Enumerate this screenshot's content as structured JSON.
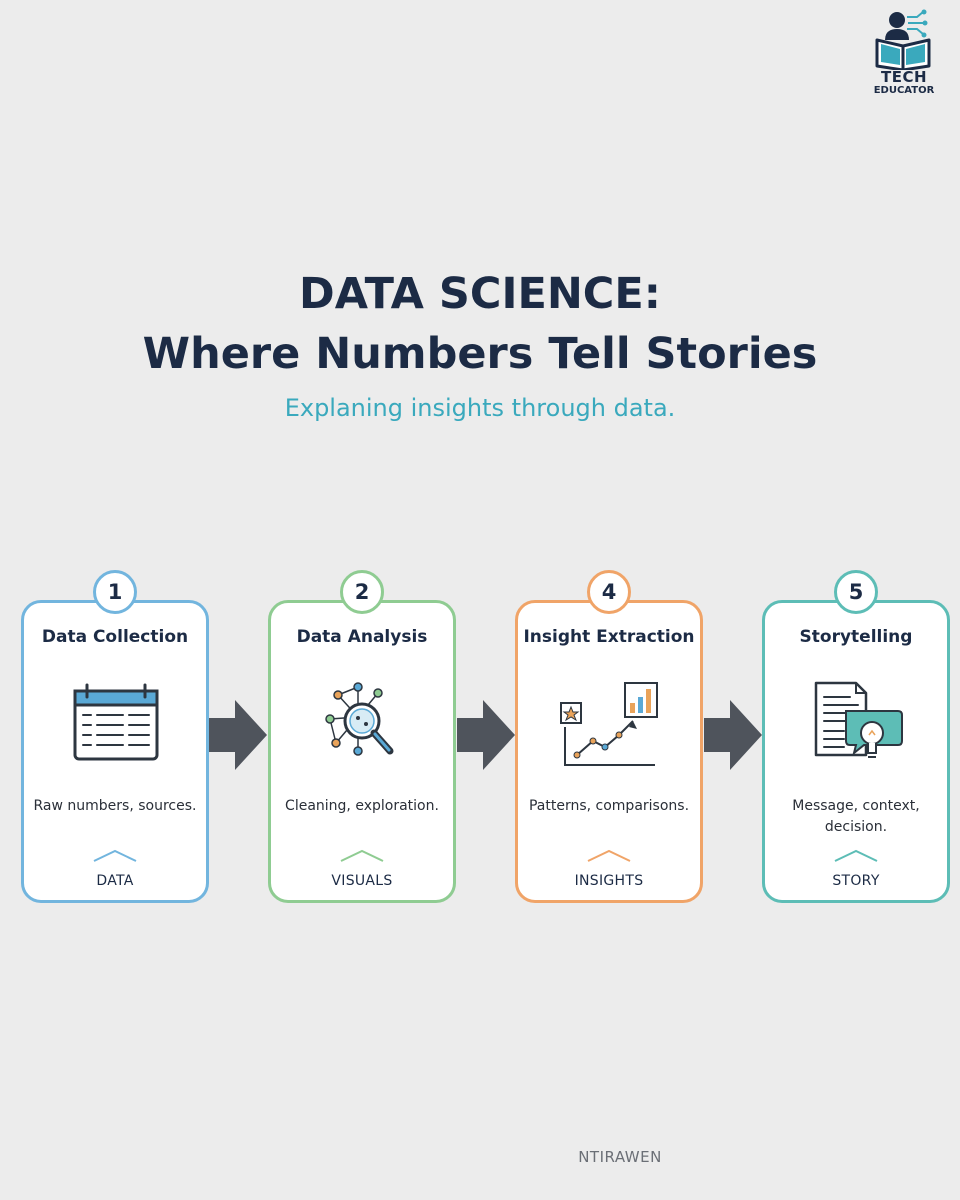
{
  "logo": {
    "line1": "TECH",
    "line2": "EDUCATOR"
  },
  "header": {
    "title_line1": "DATA SCIENCE:",
    "title_line2": "Where Numbers Tell Stories",
    "subtitle": "Explaning insights through data."
  },
  "steps": [
    {
      "number": "1",
      "title": "Data Collection",
      "description": "Raw numbers, sources.",
      "tag": "DATA",
      "color": "#72b5de",
      "icon": "calendar-table-icon"
    },
    {
      "number": "2",
      "title": "Data Analysis",
      "description": "Cleaning, exploration.",
      "tag": "VISUALS",
      "color": "#8fcc92",
      "icon": "magnifier-network-icon"
    },
    {
      "number": "4",
      "title": "Insight Extraction",
      "description": "Patterns, comparisons.",
      "tag": "INSIGHTS",
      "color": "#f0a468",
      "icon": "chart-trend-icon"
    },
    {
      "number": "5",
      "title": "Storytelling",
      "description": "Message, context, decision.",
      "tag": "STORY",
      "color": "#5dbdb6",
      "icon": "document-lightbulb-icon"
    }
  ],
  "footer": {
    "text": "NTIRAWEN"
  },
  "colors": {
    "background": "#ececec",
    "title": "#1c2b45",
    "subtitle": "#3aa9bd",
    "arrow": "#4f545c"
  }
}
